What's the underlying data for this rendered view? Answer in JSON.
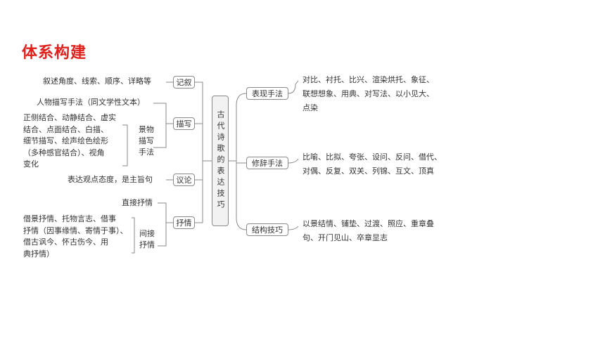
{
  "title": "体系构建",
  "center": "古代诗歌的表达技巧",
  "left_nodes": {
    "jixu": "记叙",
    "miaoxie": "描写",
    "yilun": "议论",
    "shuqing": "抒情"
  },
  "left_texts": {
    "jixu_desc": "叙述角度、线索、顺序、详略等",
    "renwu": "人物描写手法（同文学性文本）",
    "jingwu_label": [
      "景物",
      "描写",
      "手法"
    ],
    "jingwu_desc": [
      "正侧结合、动静结合、虚实",
      "结合、点面结合、白描、",
      "细节描写、绘声绘色绘形",
      "（多种感官结合）、视角",
      "变化"
    ],
    "yilun_desc": "表达观点态度，是主旨句",
    "zhijie": "直接抒情",
    "jianjie_label": [
      "间接",
      "抒情"
    ],
    "jianjie_desc": [
      "借景抒情、托物言志、借事",
      "抒情（因事缘情、寄情于事）、",
      "借古讽今、怀古伤今、用",
      "典抒情）"
    ]
  },
  "right_nodes": {
    "biaoxian": "表现手法",
    "xiuci": "修辞手法",
    "jiegou": "结构技巧"
  },
  "right_texts": {
    "biaoxian_desc": [
      "对比、衬托、比兴、渲染烘托、象征、",
      "联想想象、用典、对写法、以小见大、",
      "点染"
    ],
    "xiuci_desc": [
      "比喻、比拟、夸张、设问、反问、借代、",
      "对偶、反复、双关、列锦、互文、顶真"
    ],
    "jiegou_desc": [
      "以景结情、铺垫、过渡、照应、重章叠",
      "句、开门见山、卒章显志"
    ]
  },
  "colors": {
    "title": "#e0201b",
    "line": "#8a8a8a",
    "center_fill": "#f2f2f2"
  }
}
